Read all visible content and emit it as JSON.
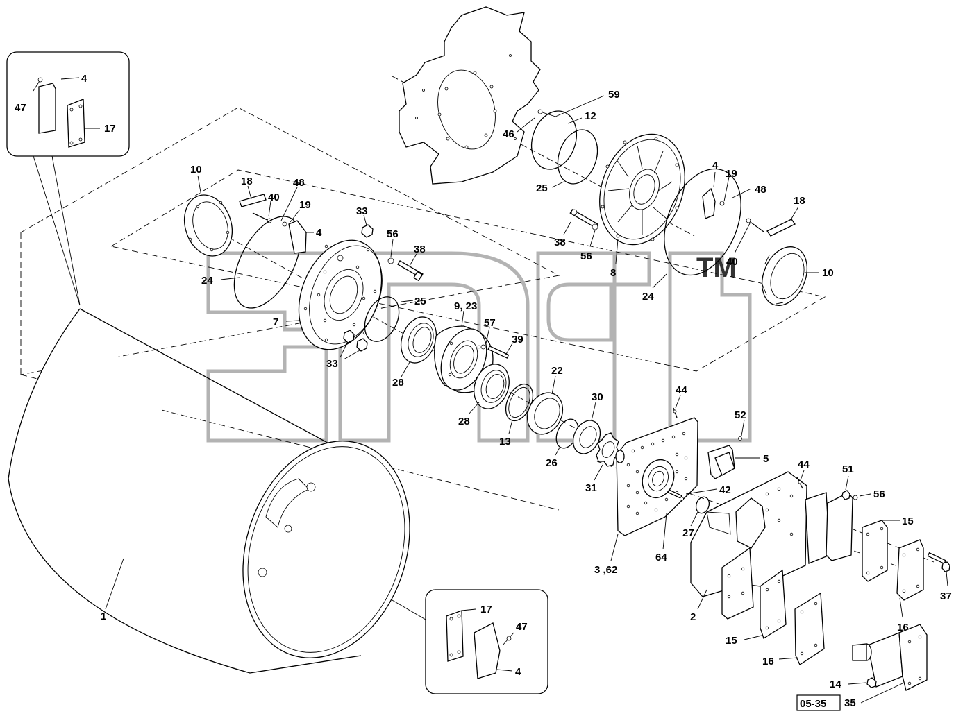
{
  "diagram": {
    "page_code": "05-35",
    "watermark": {
      "mark": "TM"
    },
    "callouts": {
      "inset_top_47": "47",
      "inset_top_4": "4",
      "inset_top_17": "17",
      "inset_bottom_17": "17",
      "inset_bottom_47": "47",
      "inset_bottom_4": "4",
      "drum_1": "1",
      "left_10": "10",
      "left_18": "18",
      "left_40": "40",
      "left_48": "48",
      "left_19": "19",
      "left_4": "4",
      "left_24": "24",
      "left_7": "7",
      "left_33a": "33",
      "left_33b": "33",
      "left_56": "56",
      "left_38": "38",
      "left_25": "25",
      "label_9_23": "9, 23",
      "left_57": "57",
      "left_39": "39",
      "left_28a": "28",
      "left_28b": "28",
      "left_22": "22",
      "left_13": "13",
      "left_30": "30",
      "left_26": "26",
      "left_31": "31",
      "top_59": "59",
      "top_12": "12",
      "top_46": "46",
      "top_25": "25",
      "right_4": "4",
      "right_19": "19",
      "right_48": "48",
      "right_18": "18",
      "right_38": "38",
      "right_56": "56",
      "right_8": "8",
      "right_40": "40",
      "right_10": "10",
      "right_24": "24",
      "r_44a": "44",
      "r_52": "52",
      "r_5": "5",
      "r_44b": "44",
      "r_42": "42",
      "r_27": "27",
      "r_3_62": "3 ,62",
      "r_64": "64",
      "r_51": "51",
      "r_56b": "56",
      "r_15a": "15",
      "r_37": "37",
      "r_16a": "16",
      "r_2": "2",
      "r_15b": "15",
      "r_16b": "16",
      "r_14": "14",
      "r_35": "35"
    }
  }
}
